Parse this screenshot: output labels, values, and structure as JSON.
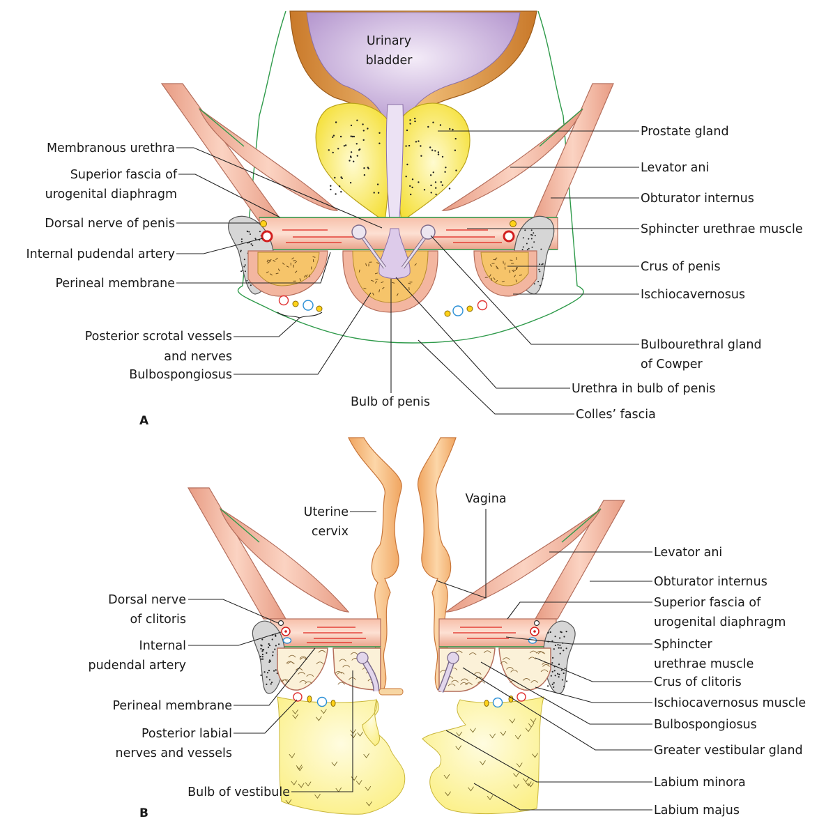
{
  "colors": {
    "muscle": "#f0b7a0",
    "muscle_dark": "#cf7f66",
    "bladder": "#cdb6df",
    "bladder_wall": "#d8902e",
    "prostate": "#fff060",
    "erectile": "#f3c35a",
    "fascia": "#2e9a4a",
    "bone": "#cfcfcf",
    "vagina": "#f5b97a",
    "labia": "#fff6a6",
    "artery": "#d21f1f",
    "vein": "#2a8fd6",
    "nerve": "#ffd21a"
  },
  "panels": {
    "a": "A",
    "b": "B"
  },
  "panel_a": {
    "organ_label_line1": "Urinary",
    "organ_label_line2": "bladder",
    "labels": {
      "membranous_urethra": "Membranous urethra",
      "superior_fascia_1": "Superior fascia of",
      "superior_fascia_2": "urogenital diaphragm",
      "dorsal_nerve": "Dorsal nerve of penis",
      "internal_pudendal": "Internal pudendal artery",
      "perineal_membrane": "Perineal membrane",
      "posterior_scrotal_1": "Posterior scrotal vessels",
      "posterior_scrotal_2": "and nerves",
      "bulbospongiosus": "Bulbospongiosus",
      "bulb_of_penis": "Bulb of penis",
      "prostate": "Prostate gland",
      "levator_ani": "Levator ani",
      "obturator_internus": "Obturator internus",
      "sphincter": "Sphincter urethrae muscle",
      "crus": "Crus of penis",
      "ischiocavernosus": "Ischiocavernosus",
      "bulbourethral_1": "Bulbourethral gland",
      "bulbourethral_2": "of Cowper",
      "urethra_bulb": "Urethra in bulb of penis",
      "colles": "Colles’ fascia"
    }
  },
  "panel_b": {
    "labels": {
      "uterine_cervix_1": "Uterine",
      "uterine_cervix_2": "cervix",
      "vagina": "Vagina",
      "dorsal_nerve_1": "Dorsal nerve",
      "dorsal_nerve_2": "of clitoris",
      "internal_pudendal_1": "Internal",
      "internal_pudendal_2": "pudendal artery",
      "perineal_membrane": "Perineal membrane",
      "posterior_labial_1": "Posterior labial",
      "posterior_labial_2": "nerves and vessels",
      "bulb_of_vestibule": "Bulb of vestibule",
      "levator_ani": "Levator ani",
      "obturator_internus": "Obturator internus",
      "superior_fascia_1": "Superior fascia of",
      "superior_fascia_2": "urogenital diaphragm",
      "sphincter_1": "Sphincter",
      "sphincter_2": "urethrae muscle",
      "crus": "Crus of clitoris",
      "ischiocavernosus": "Ischiocavernosus muscle",
      "bulbospongiosus": "Bulbospongiosus",
      "greater_vestibular": "Greater vestibular gland",
      "labium_minora": "Labium minora",
      "labium_majus": "Labium majus"
    }
  }
}
